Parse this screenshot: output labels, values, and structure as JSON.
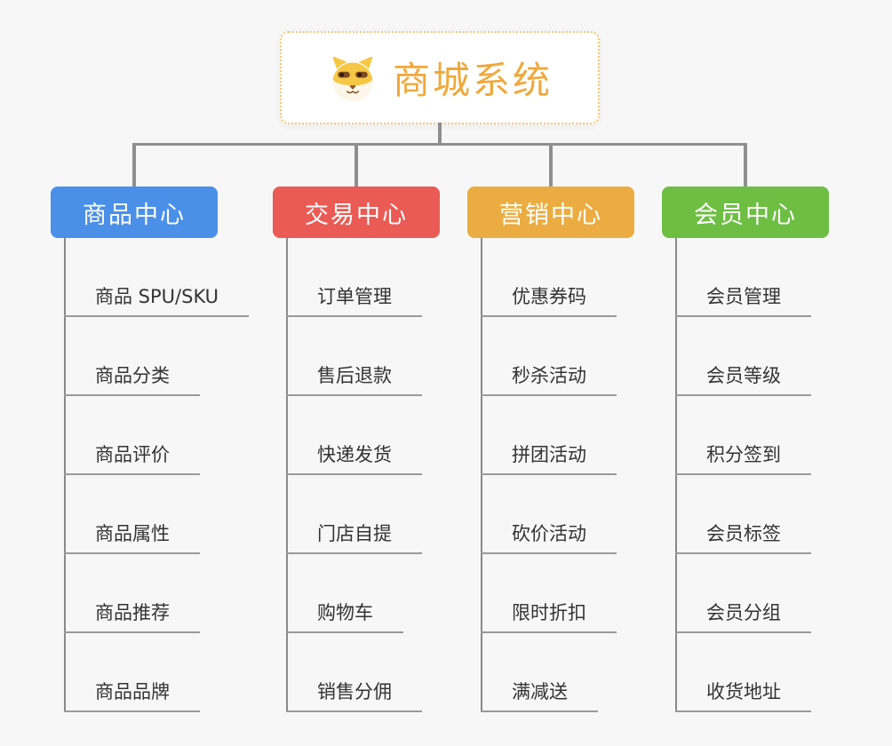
{
  "root": {
    "title": "商城系统",
    "icon": "dog-icon",
    "title_color": "#f0a83a",
    "border_color": "#f6c66f"
  },
  "branches": [
    {
      "label": "商品中心",
      "color": "#4a8fe8",
      "items": [
        "商品 SPU/SKU",
        "商品分类",
        "商品评价",
        "商品属性",
        "商品推荐",
        "商品品牌"
      ]
    },
    {
      "label": "交易中心",
      "color": "#e95b54",
      "items": [
        "订单管理",
        "售后退款",
        "快递发货",
        "门店自提",
        "购物车",
        "销售分佣"
      ]
    },
    {
      "label": "营销中心",
      "color": "#ebad41",
      "items": [
        "优惠券码",
        "秒杀活动",
        "拼团活动",
        "砍价活动",
        "限时折扣",
        "满减送"
      ]
    },
    {
      "label": "会员中心",
      "color": "#6ebe43",
      "items": [
        "会员管理",
        "会员等级",
        "积分签到",
        "会员标签",
        "会员分组",
        "收货地址"
      ]
    }
  ],
  "colors": {
    "background": "#f7f7f7",
    "connector": "#8f8f8f",
    "underline": "#9a9a9a",
    "item_text": "#333333"
  }
}
